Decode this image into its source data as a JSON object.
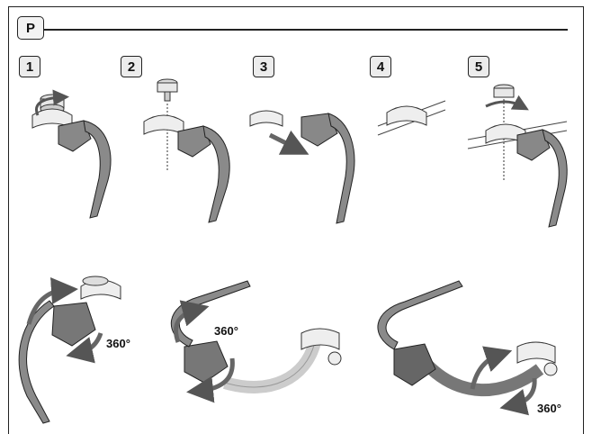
{
  "section": {
    "letter": "P"
  },
  "steps": [
    "1",
    "2",
    "3",
    "4",
    "5"
  ],
  "rotation_labels": [
    "360°",
    "360°",
    "360°"
  ]
}
